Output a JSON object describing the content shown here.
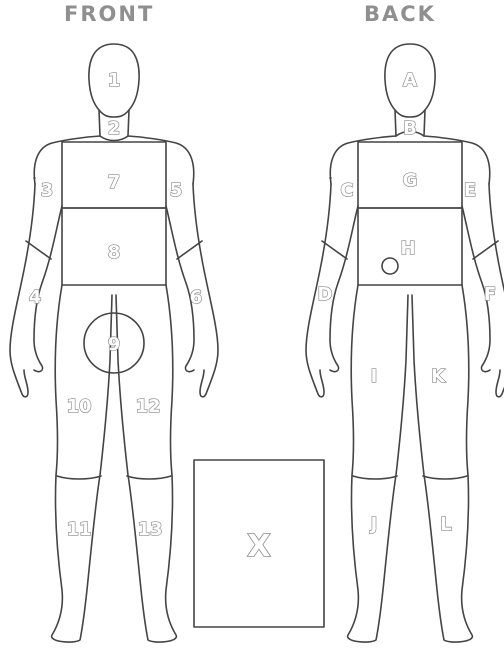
{
  "headings": {
    "front": "FRONT",
    "back": "BACK"
  },
  "front_zones": [
    "1",
    "2",
    "3",
    "4",
    "5",
    "6",
    "7",
    "8",
    "9",
    "10",
    "11",
    "12",
    "13"
  ],
  "back_zones": [
    "A",
    "B",
    "C",
    "D",
    "E",
    "F",
    "G",
    "H",
    "I",
    "J",
    "K",
    "L"
  ],
  "extra_zone": "X"
}
